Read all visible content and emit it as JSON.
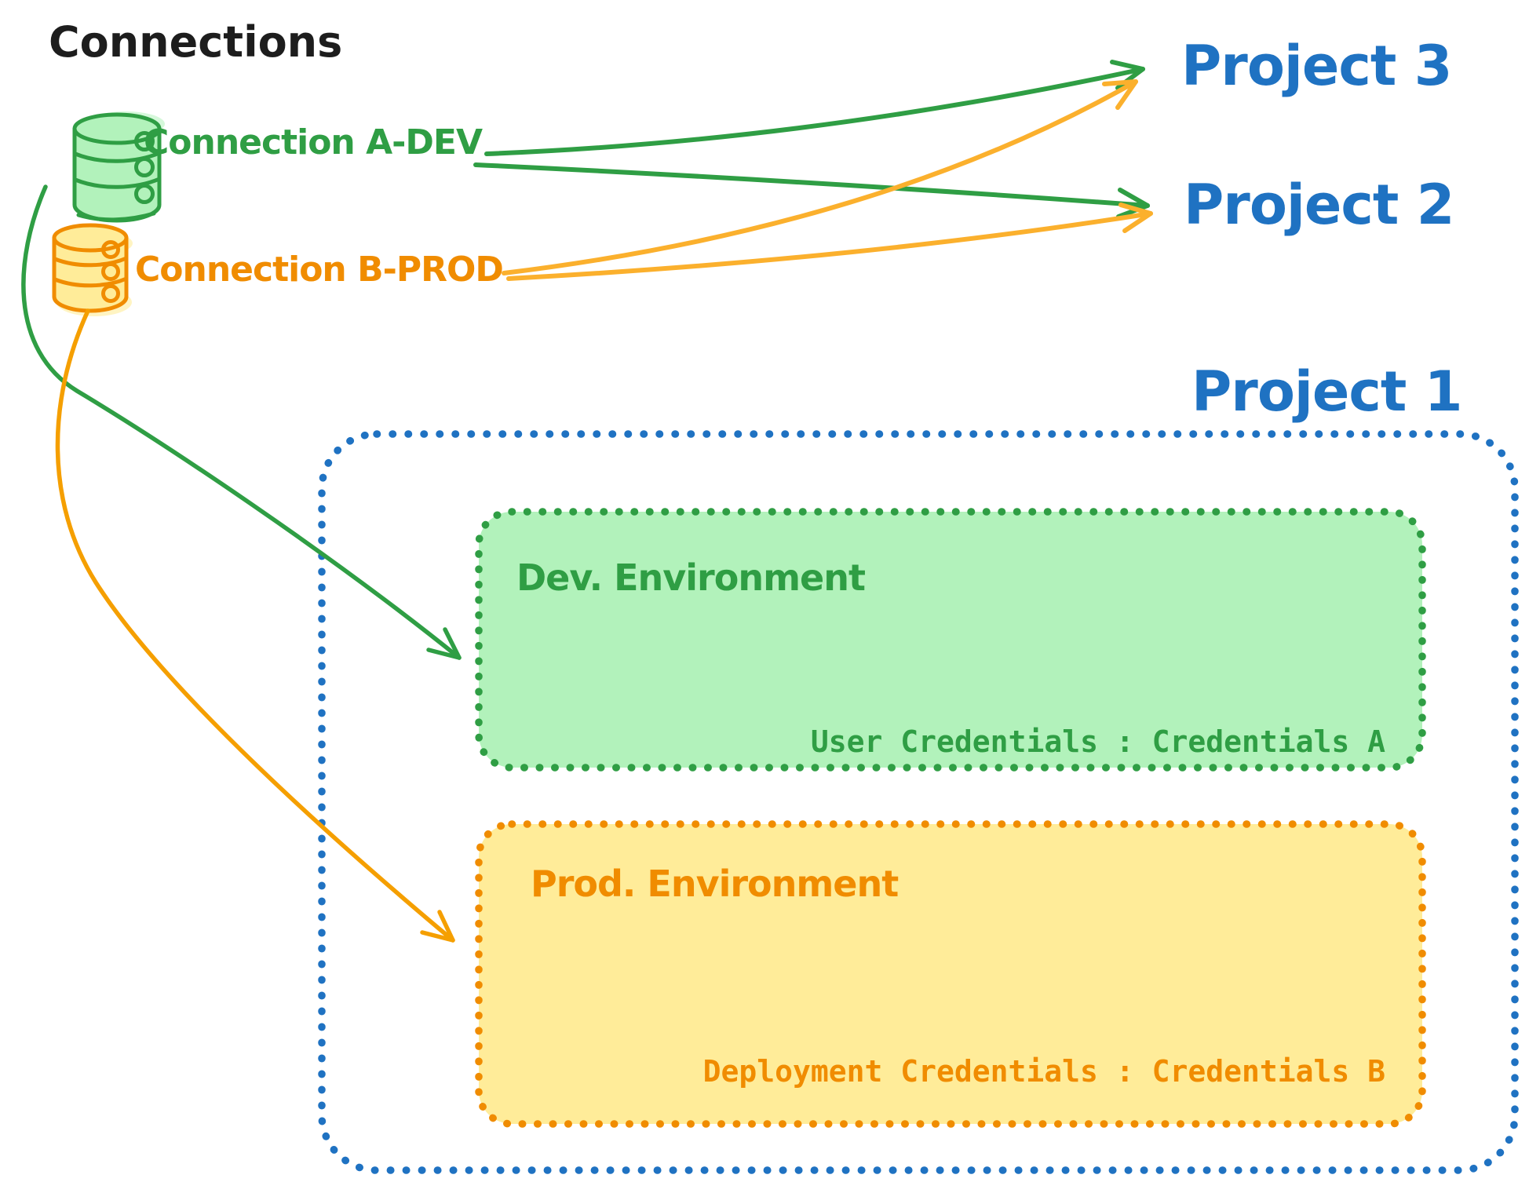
{
  "title": "Connections",
  "connections": [
    {
      "id": "a-dev",
      "label": "Connection A-DEV"
    },
    {
      "id": "b-prod",
      "label": "Connection B-PROD"
    }
  ],
  "projects": [
    {
      "label": "Project 3"
    },
    {
      "label": "Project 2"
    },
    {
      "label": "Project 1"
    }
  ],
  "environments": {
    "dev": {
      "title": "Dev. Environment",
      "credentials": "User Credentials : Credentials A"
    },
    "prod": {
      "title": "Prod. Environment",
      "credentials": "Deployment Credentials : Credentials B"
    }
  },
  "links": [
    {
      "from": "Connection A-DEV",
      "to": "Project 3"
    },
    {
      "from": "Connection A-DEV",
      "to": "Project 2"
    },
    {
      "from": "Connection B-PROD",
      "to": "Project 3"
    },
    {
      "from": "Connection B-PROD",
      "to": "Project 2"
    },
    {
      "from": "Connection A-DEV",
      "to": "Dev. Environment (Project 1)"
    },
    {
      "from": "Connection B-PROD",
      "to": "Prod. Environment (Project 1)"
    }
  ],
  "colors": {
    "ink": "#1d1d1d",
    "green": "#2f9e44",
    "green_fill": "#b2f2bb",
    "orange": "#f08c00",
    "orange_fill": "#ffec99",
    "orange_arrow": "#fbb02d",
    "orange_curve": "#f59f00",
    "blue": "#1f72c2"
  }
}
